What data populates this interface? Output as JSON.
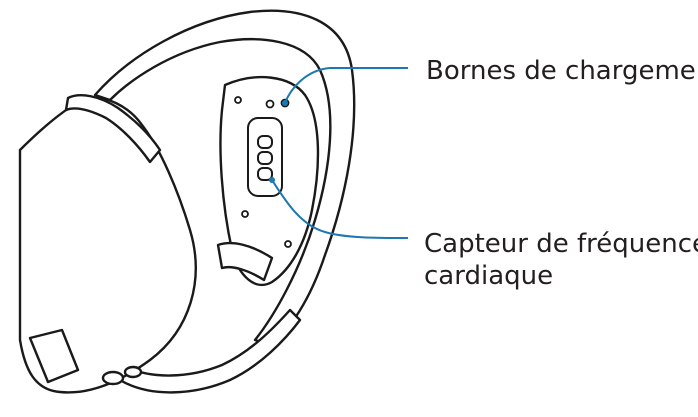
{
  "callouts": {
    "charging_terminals": "Bornes de chargement",
    "heart_rate_sensor_line1": "Capteur de fréquence",
    "heart_rate_sensor_line2": "cardiaque"
  },
  "colors": {
    "outline": "#1a1a1a",
    "leader_line": "#1b78b0",
    "text": "#231f20",
    "background": "#ffffff"
  }
}
